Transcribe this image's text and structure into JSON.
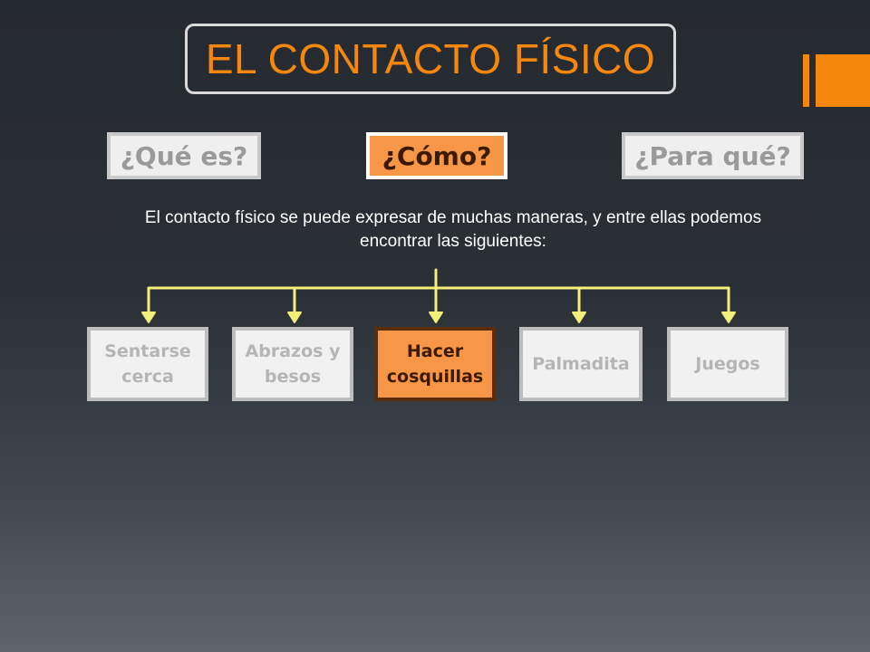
{
  "title": "EL CONTACTO FÍSICO",
  "colors": {
    "accent": "#f5870f",
    "active_box": "#f79646",
    "connector": "#f2f07a",
    "inactive_text": "#b5b5b5"
  },
  "tabs": [
    {
      "label": "¿Qué es?",
      "active": false
    },
    {
      "label": "¿Cómo?",
      "active": true
    },
    {
      "label": "¿Para qué?",
      "active": false
    }
  ],
  "intro": "El contacto físico se puede expresar de muchas maneras, y entre ellas podemos encontrar las siguientes:",
  "ways": [
    {
      "label": "Sentarse cerca",
      "active": false
    },
    {
      "label": "Abrazos y besos",
      "active": false
    },
    {
      "label": "Hacer cosquillas",
      "active": true
    },
    {
      "label": "Palmadita",
      "active": false
    },
    {
      "label": "Juegos",
      "active": false
    }
  ]
}
